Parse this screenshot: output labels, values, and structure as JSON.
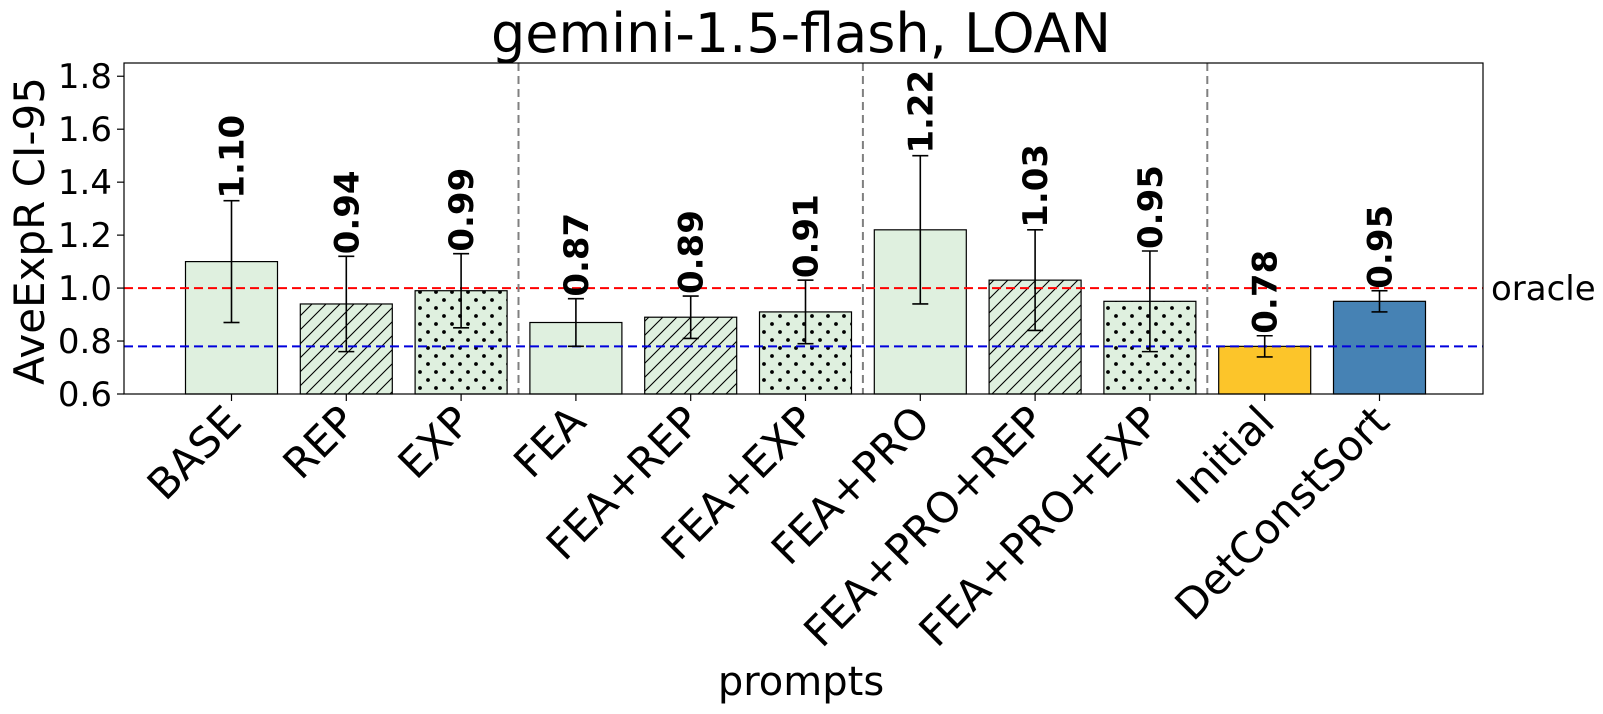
{
  "chart_data": {
    "type": "bar",
    "title": "gemini-1.5-flash, LOAN",
    "xlabel": "prompts",
    "ylabel": "AveExpR CI-95",
    "ylim": [
      0.6,
      1.85
    ],
    "yticks": [
      "0.6",
      "0.8",
      "1.0",
      "1.2",
      "1.4",
      "1.6",
      "1.8"
    ],
    "grid": false,
    "categories": [
      "BASE",
      "REP",
      "EXP",
      "FEA",
      "FEA+REP",
      "FEA+EXP",
      "FEA+PRO",
      "FEA+PRO+REP",
      "FEA+PRO+EXP",
      "Initial",
      "DetConstSort"
    ],
    "values": [
      1.1,
      0.94,
      0.99,
      0.87,
      0.89,
      0.91,
      1.22,
      1.03,
      0.95,
      0.78,
      0.95
    ],
    "value_labels": [
      "1.10",
      "0.94",
      "0.99",
      "0.87",
      "0.89",
      "0.91",
      "1.22",
      "1.03",
      "0.95",
      "0.78",
      "0.95"
    ],
    "error_low": [
      0.87,
      0.76,
      0.85,
      0.78,
      0.81,
      0.79,
      0.94,
      0.84,
      0.76,
      0.74,
      0.91
    ],
    "error_high": [
      1.33,
      1.12,
      1.13,
      0.96,
      0.97,
      1.03,
      1.5,
      1.22,
      1.14,
      0.82,
      0.99
    ],
    "hatch": [
      "none",
      "diagonal",
      "dots",
      "none",
      "diagonal",
      "dots",
      "none",
      "diagonal",
      "dots",
      "none",
      "none"
    ],
    "bar_colors": [
      "#dff0df",
      "#dff0df",
      "#dff0df",
      "#dff0df",
      "#dff0df",
      "#dff0df",
      "#dff0df",
      "#dff0df",
      "#dff0df",
      "#fcc52a",
      "#4682b4"
    ],
    "group_separators_after": [
      2,
      5,
      8
    ],
    "reference_lines": [
      {
        "value": 1.0,
        "color": "#ff0000",
        "label": "oracle"
      },
      {
        "value": 0.78,
        "color": "#0000dd",
        "label": ""
      }
    ]
  }
}
